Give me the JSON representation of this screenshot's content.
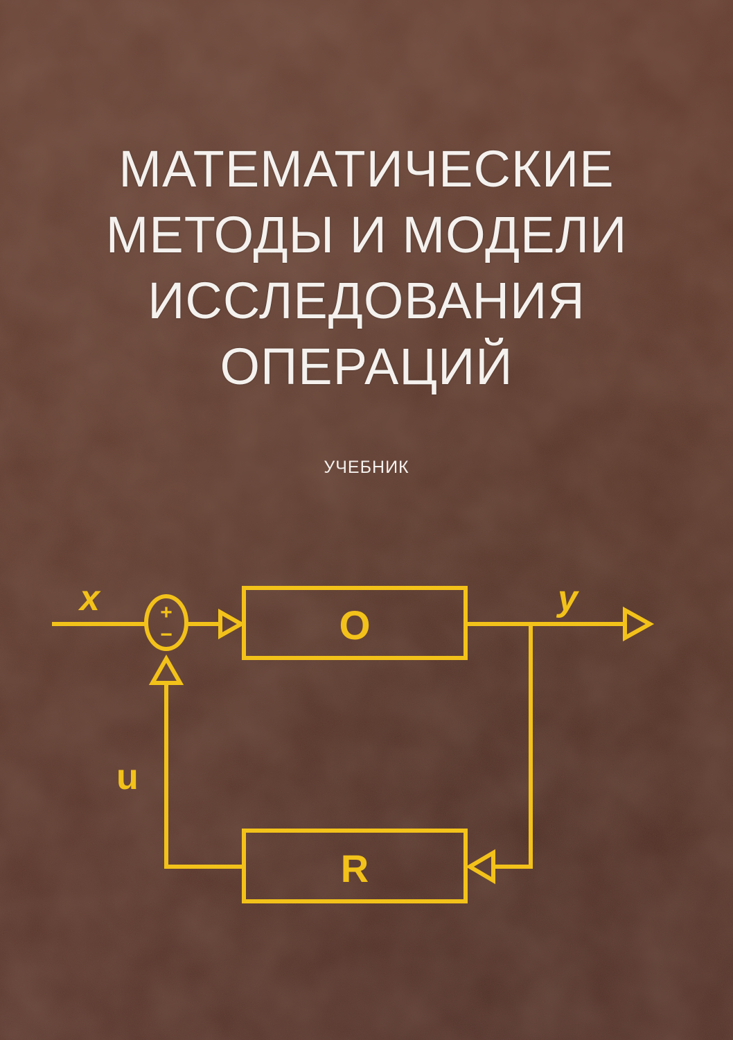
{
  "cover": {
    "title_lines": [
      "МАТЕМАТИЧЕСКИЕ",
      "МЕТОДЫ И МОДЕЛИ",
      "ИССЛЕДОВАНИЯ",
      "ОПЕРАЦИЙ"
    ],
    "subtitle": "УЧЕБНИК",
    "background_color": "#5b3328",
    "text_color": "#f4f1ee"
  },
  "diagram": {
    "line_color": "#f3c21a",
    "input_label": "x",
    "output_label": "y",
    "control_label": "u",
    "object_block_label": "O",
    "regulator_block_label": "R",
    "summator_plus": "+",
    "summator_minus": "−"
  }
}
